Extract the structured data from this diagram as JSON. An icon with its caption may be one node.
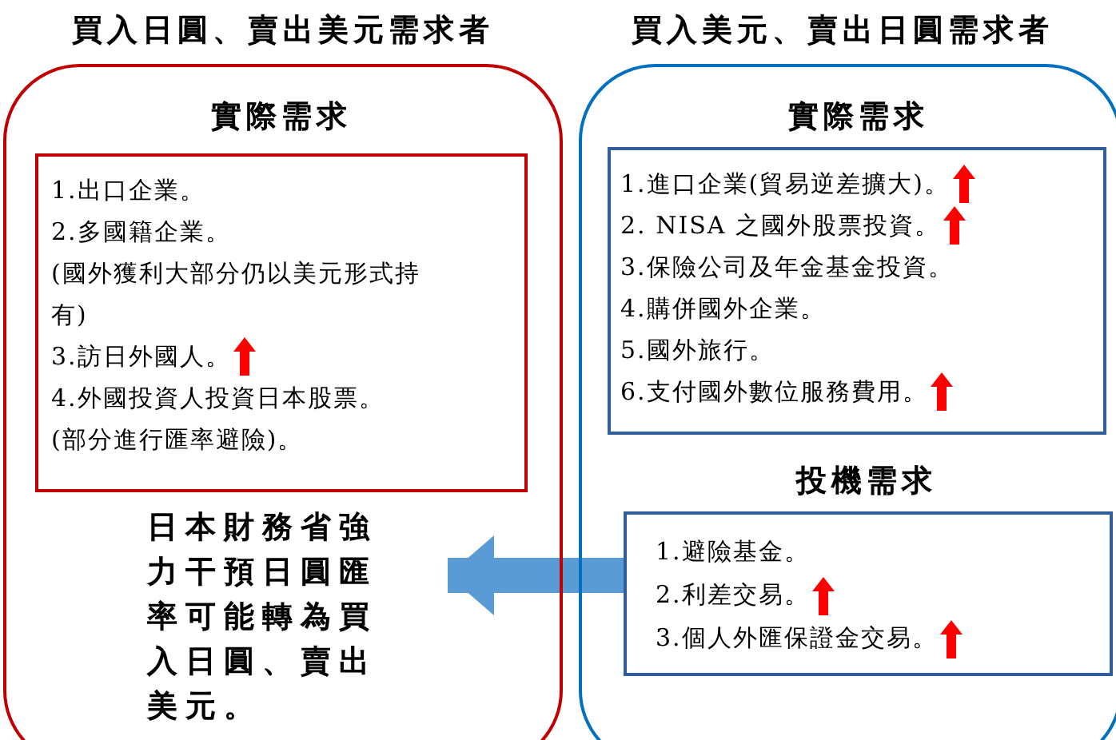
{
  "diagram": {
    "nodes": [
      {
        "text": [
          "買入日圓、賣出美元需求者"
        ]
      },
      {
        "text": [
          "實際需求",
          "1.出口企業。",
          "2.多國籍企業。",
          "(國外獲利大部分仍以美元形式持有)",
          "3.訪日外國人。",
          "4.外國投資人投資日本股票。",
          "(部分進行匯率避險)。"
        ],
        "in": 0
      },
      {
        "text": [
          "日本財務省強力干預日圓匯率可能轉為買入日圓、賣出美元。"
        ],
        "in": 0
      },
      {
        "text": [
          "買入美元、賣出日圓需求者"
        ]
      },
      {
        "text": [
          "實際需求",
          "1.進口企業(貿易逆差擴大)。",
          "2. NISA 之國外股票投資。",
          "3.保險公司及年金基金投資。",
          "4.購併國外企業。",
          "5.國外旅行。",
          "6.支付國外數位服務費用。"
        ],
        "in": 3
      },
      {
        "text": [
          "投機需求",
          "1.避險基金。",
          "2.利差交易。",
          "3.個人外匯保證金交易。"
        ],
        "in": 3
      }
    ],
    "edges": [
      {
        "from": 5,
        "to": 2,
        "arrow": "to"
      }
    ]
  }
}
